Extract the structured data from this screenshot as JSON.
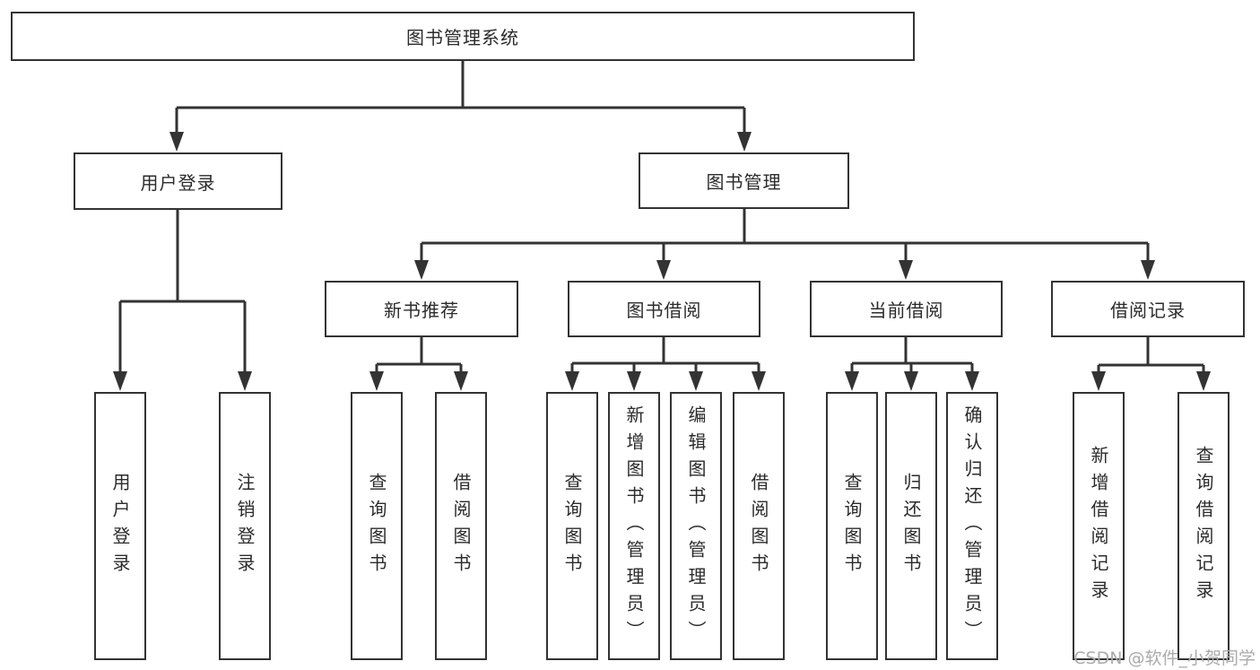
{
  "colors": {
    "line": "#333333",
    "text": "#2b2b2b",
    "background": "#ffffff",
    "watermark": "#ababab"
  },
  "diagram": {
    "title": "图书管理系统",
    "branches": [
      {
        "label": "用户登录",
        "leaves": [
          "用户登录",
          "注销登录"
        ]
      },
      {
        "label": "图书管理",
        "sections": [
          {
            "label": "新书推荐",
            "leaves": [
              "查询图书",
              "借阅图书"
            ]
          },
          {
            "label": "图书借阅",
            "leaves": [
              "查询图书",
              "新增图书（管理员）",
              "编辑图书（管理员）",
              "借阅图书"
            ]
          },
          {
            "label": "当前借阅",
            "leaves": [
              "查询图书",
              "归还图书",
              "确认归还（管理员）"
            ]
          },
          {
            "label": "借阅记录",
            "leaves": [
              "新增借阅记录",
              "查询借阅记录"
            ]
          }
        ]
      }
    ]
  },
  "watermark": {
    "text": "CSDN @软件_小贺同学"
  }
}
